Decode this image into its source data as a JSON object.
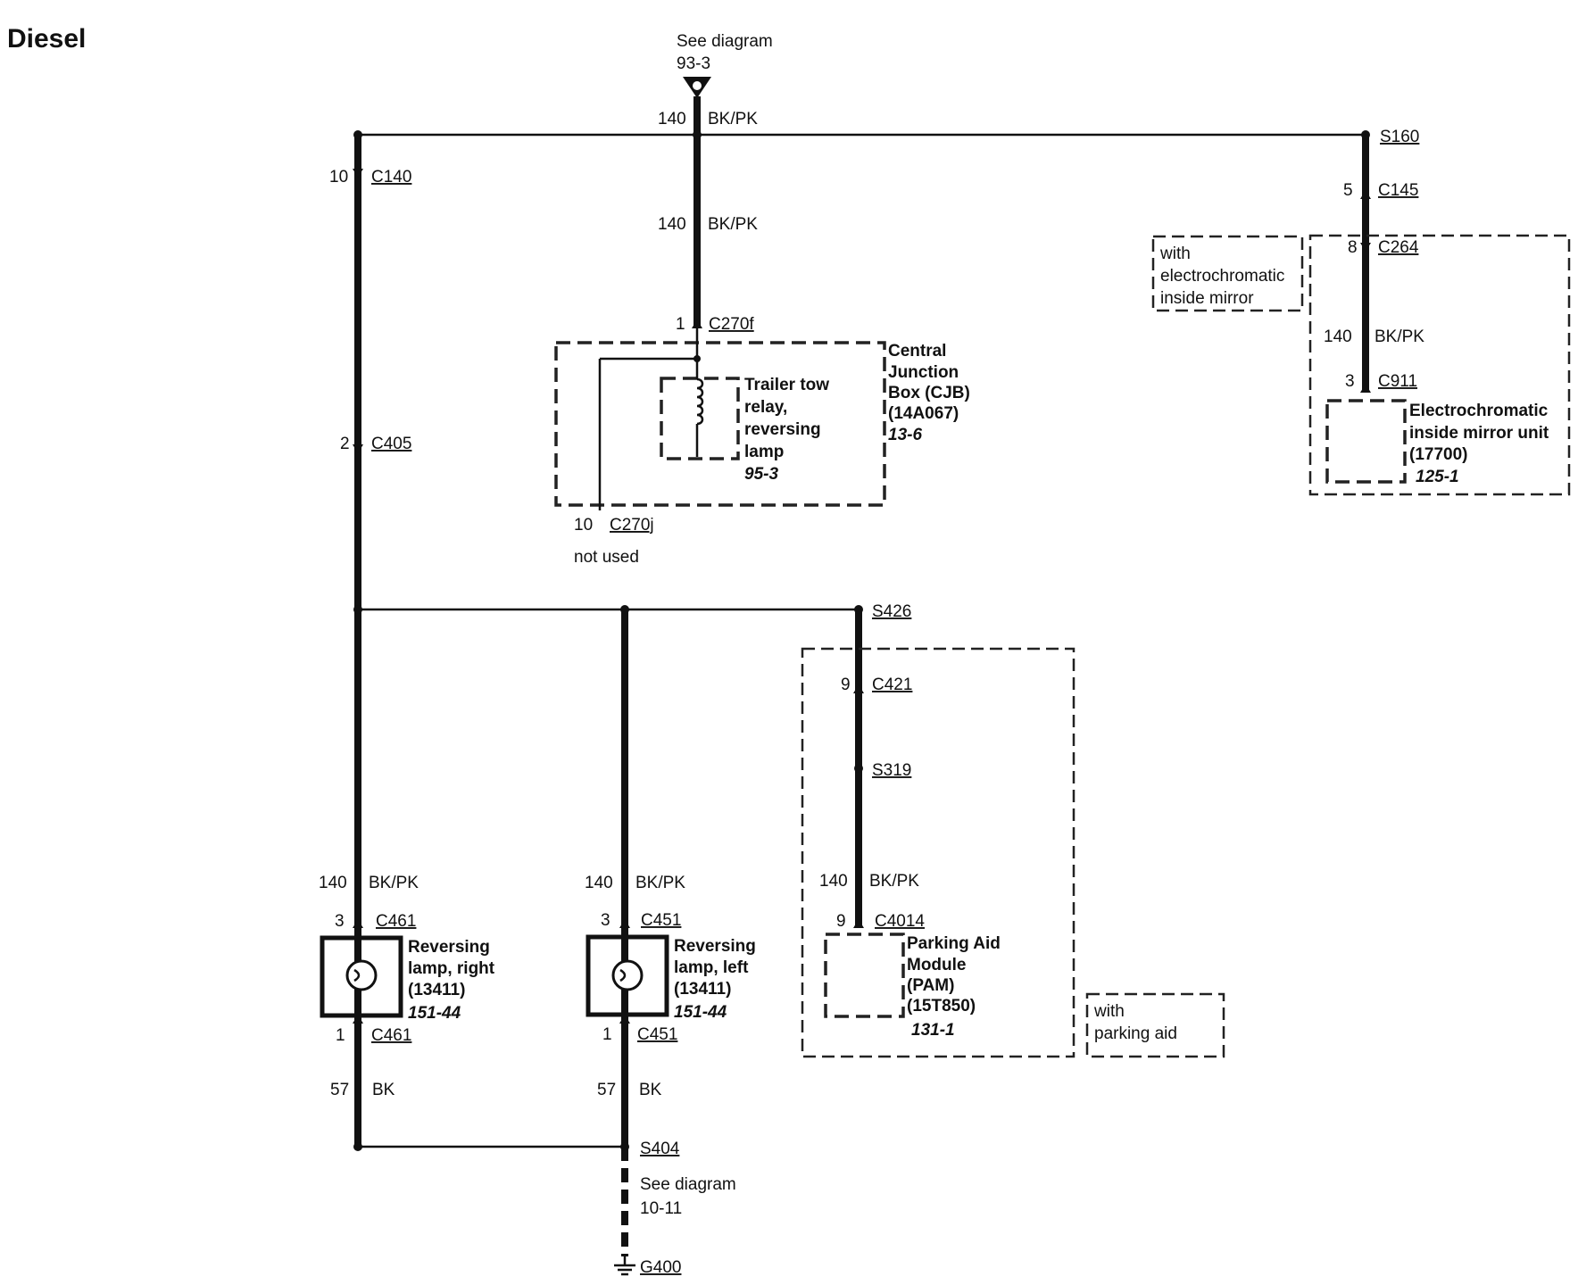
{
  "title": "Diesel",
  "top_ref": {
    "line1": "See diagram",
    "line2": "93-3"
  },
  "bottom_ref": {
    "line1": "See diagram",
    "line2": "10-11"
  },
  "splices": {
    "s160": "S160",
    "s426": "S426",
    "s319": "S319",
    "s404": "S404",
    "g400": "G400"
  },
  "connectors": {
    "c140": {
      "pin": "10",
      "name": "C140"
    },
    "c405": {
      "pin": "2",
      "name": "C405"
    },
    "c270f": {
      "pin": "1",
      "name": "C270f"
    },
    "c270j": {
      "pin": "10",
      "name": "C270j"
    },
    "c145": {
      "pin": "5",
      "name": "C145"
    },
    "c264": {
      "pin": "8",
      "name": "C264"
    },
    "c911": {
      "pin": "3",
      "name": "C911"
    },
    "c421": {
      "pin": "9",
      "name": "C421"
    },
    "c4014": {
      "pin": "9",
      "name": "C4014"
    },
    "c461_top": {
      "pin": "3",
      "name": "C461"
    },
    "c461_bot": {
      "pin": "1",
      "name": "C461"
    },
    "c451_top": {
      "pin": "3",
      "name": "C451"
    },
    "c451_bot": {
      "pin": "1",
      "name": "C451"
    }
  },
  "wires": {
    "top_bus": {
      "circuit": "140",
      "color": "BK/PK"
    },
    "cjb_feed": {
      "circuit": "140",
      "color": "BK/PK"
    },
    "mirror_feed": {
      "circuit": "140",
      "color": "BK/PK"
    },
    "right_lamp": {
      "circuit": "140",
      "color": "BK/PK"
    },
    "left_lamp": {
      "circuit": "140",
      "color": "BK/PK"
    },
    "pam_feed": {
      "circuit": "140",
      "color": "BK/PK"
    },
    "right_ground": {
      "circuit": "57",
      "color": "BK"
    },
    "left_ground": {
      "circuit": "57",
      "color": "BK"
    }
  },
  "not_used": "not used",
  "cjb": {
    "l1": "Central",
    "l2": "Junction",
    "l3": "Box (CJB)",
    "l4": "(14A067)",
    "ref": "13-6"
  },
  "relay": {
    "l1": "Trailer tow",
    "l2": "relay,",
    "l3": "reversing",
    "l4": "lamp",
    "ref": "95-3"
  },
  "mirror_option": {
    "l1": "with",
    "l2": "electrochromatic",
    "l3": "inside mirror"
  },
  "mirror_unit": {
    "l1": "Electrochromatic",
    "l2": "inside mirror unit",
    "l3": "(17700)",
    "ref": "125-1"
  },
  "pam": {
    "l1": "Parking Aid",
    "l2": "Module",
    "l3": "(PAM)",
    "l4": "(15T850)",
    "ref": "131-1"
  },
  "pam_option": {
    "l1": "with",
    "l2": "parking aid"
  },
  "lamp_right": {
    "l1": "Reversing",
    "l2": "lamp, right",
    "l3": "(13411)",
    "ref": "151-44"
  },
  "lamp_left": {
    "l1": "Reversing",
    "l2": "lamp, left",
    "l3": "(13411)",
    "ref": "151-44"
  }
}
